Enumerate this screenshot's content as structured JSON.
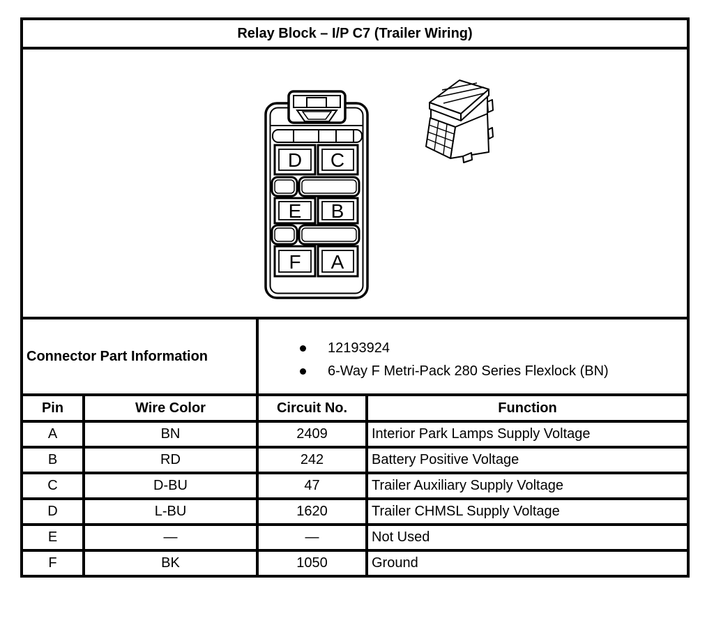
{
  "title": "Relay Block – I/P C7 (Trailer Wiring)",
  "connector": {
    "front_view_pins": [
      "D",
      "C",
      "E",
      "B",
      "F",
      "A"
    ],
    "part_info_label": "Connector Part Information",
    "part_info_items": [
      "12193924",
      "6-Way F Metri-Pack 280 Series Flexlock (BN)"
    ]
  },
  "pin_table": {
    "headers": [
      "Pin",
      "Wire Color",
      "Circuit No.",
      "Function"
    ],
    "rows": [
      {
        "pin": "A",
        "wire_color": "BN",
        "circuit_no": "2409",
        "function": "Interior Park Lamps Supply Voltage"
      },
      {
        "pin": "B",
        "wire_color": "RD",
        "circuit_no": "242",
        "function": "Battery Positive Voltage"
      },
      {
        "pin": "C",
        "wire_color": "D-BU",
        "circuit_no": "47",
        "function": "Trailer Auxiliary Supply Voltage"
      },
      {
        "pin": "D",
        "wire_color": "L-BU",
        "circuit_no": "1620",
        "function": "Trailer CHMSL Supply Voltage"
      },
      {
        "pin": "E",
        "wire_color": "—",
        "circuit_no": "—",
        "function": "Not Used"
      },
      {
        "pin": "F",
        "wire_color": "BK",
        "circuit_no": "1050",
        "function": "Ground"
      }
    ]
  },
  "colors": {
    "line": "#000000",
    "background": "#ffffff"
  }
}
